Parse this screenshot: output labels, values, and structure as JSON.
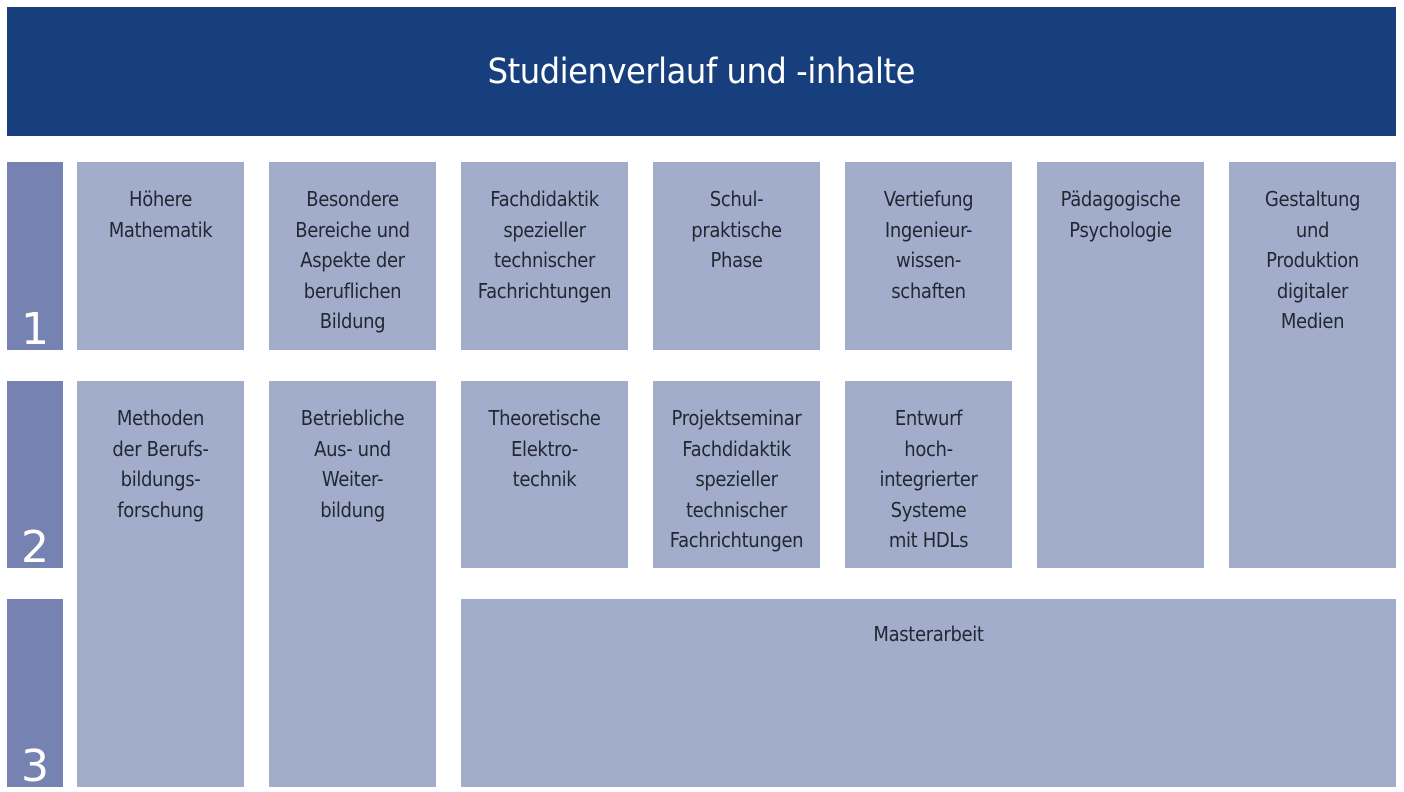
{
  "title": "Studienverlauf und -inhalte",
  "semesters": [
    "1",
    "2",
    "3"
  ],
  "modules": {
    "hoehere_mathematik": "Höhere\nMathematik",
    "besondere_bereiche": "Besondere\nBereiche und\nAspekte der\nberuflichen\nBildung",
    "fachdidaktik": "Fachdidaktik\nspezieller\ntechnischer\nFachrichtungen",
    "schulpraktische_phase": "Schul-\npraktische\nPhase",
    "vertiefung": "Vertiefung\nIngenieur-\nwissen-\nschaften",
    "paedagogische_psychologie": "Pädagogische\nPsychologie",
    "gestaltung": "Gestaltung\nund\nProduktion\ndigitaler\nMedien",
    "methoden": "Methoden\nder Berufs-\nbildungs-\nforschung",
    "betriebliche": "Betriebliche\nAus- und\nWeiter-\nbildung",
    "theoretische_elektrotechnik": "Theoretische\nElektro-\ntechnik",
    "projektseminar": "Projektseminar\nFachdidaktik\nspezieller\ntechnischer\nFachrichtungen",
    "entwurf": "Entwurf\nhoch-\nintegrierter\nSysteme\nmit HDLs",
    "masterarbeit": "Masterarbeit"
  },
  "colors": {
    "header": "#183f7d",
    "semester_bar": "#7683b2",
    "module_box": "#a2adcc",
    "text": "#222831"
  }
}
